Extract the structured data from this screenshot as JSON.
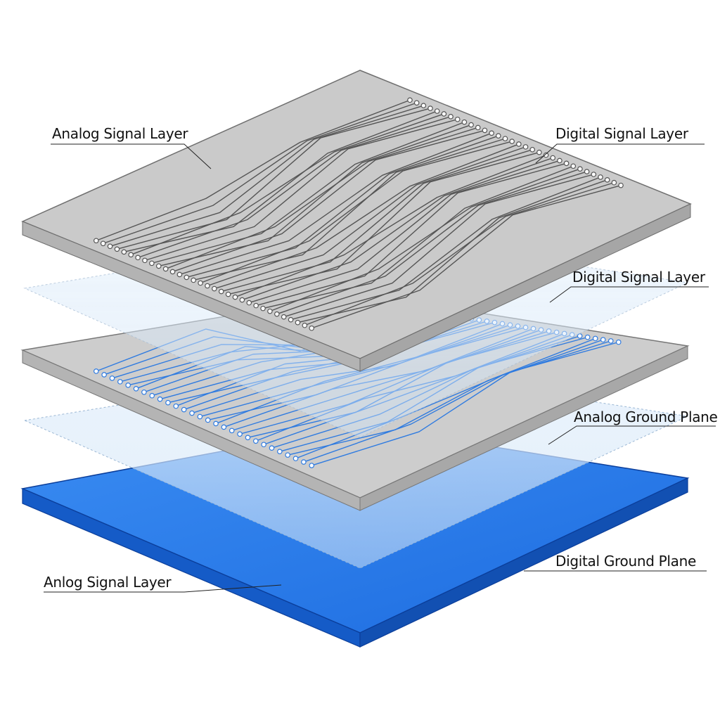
{
  "labels": {
    "top_left": "Analog Signal Layer",
    "top_right": "Digital Signal Layer",
    "mid_right": "Digital Signal Layer",
    "analog_ground": "Analog Ground Plane",
    "digital_ground": "Digital Ground Plane",
    "bottom_left": "Anlog Signal Layer"
  },
  "colors": {
    "board_gray": "#c9c9c9",
    "board_edge": "#8a8a8a",
    "ground_blue": "#1f73e6",
    "trace_blue": "#2f7be0",
    "trace_gray": "#555555"
  }
}
